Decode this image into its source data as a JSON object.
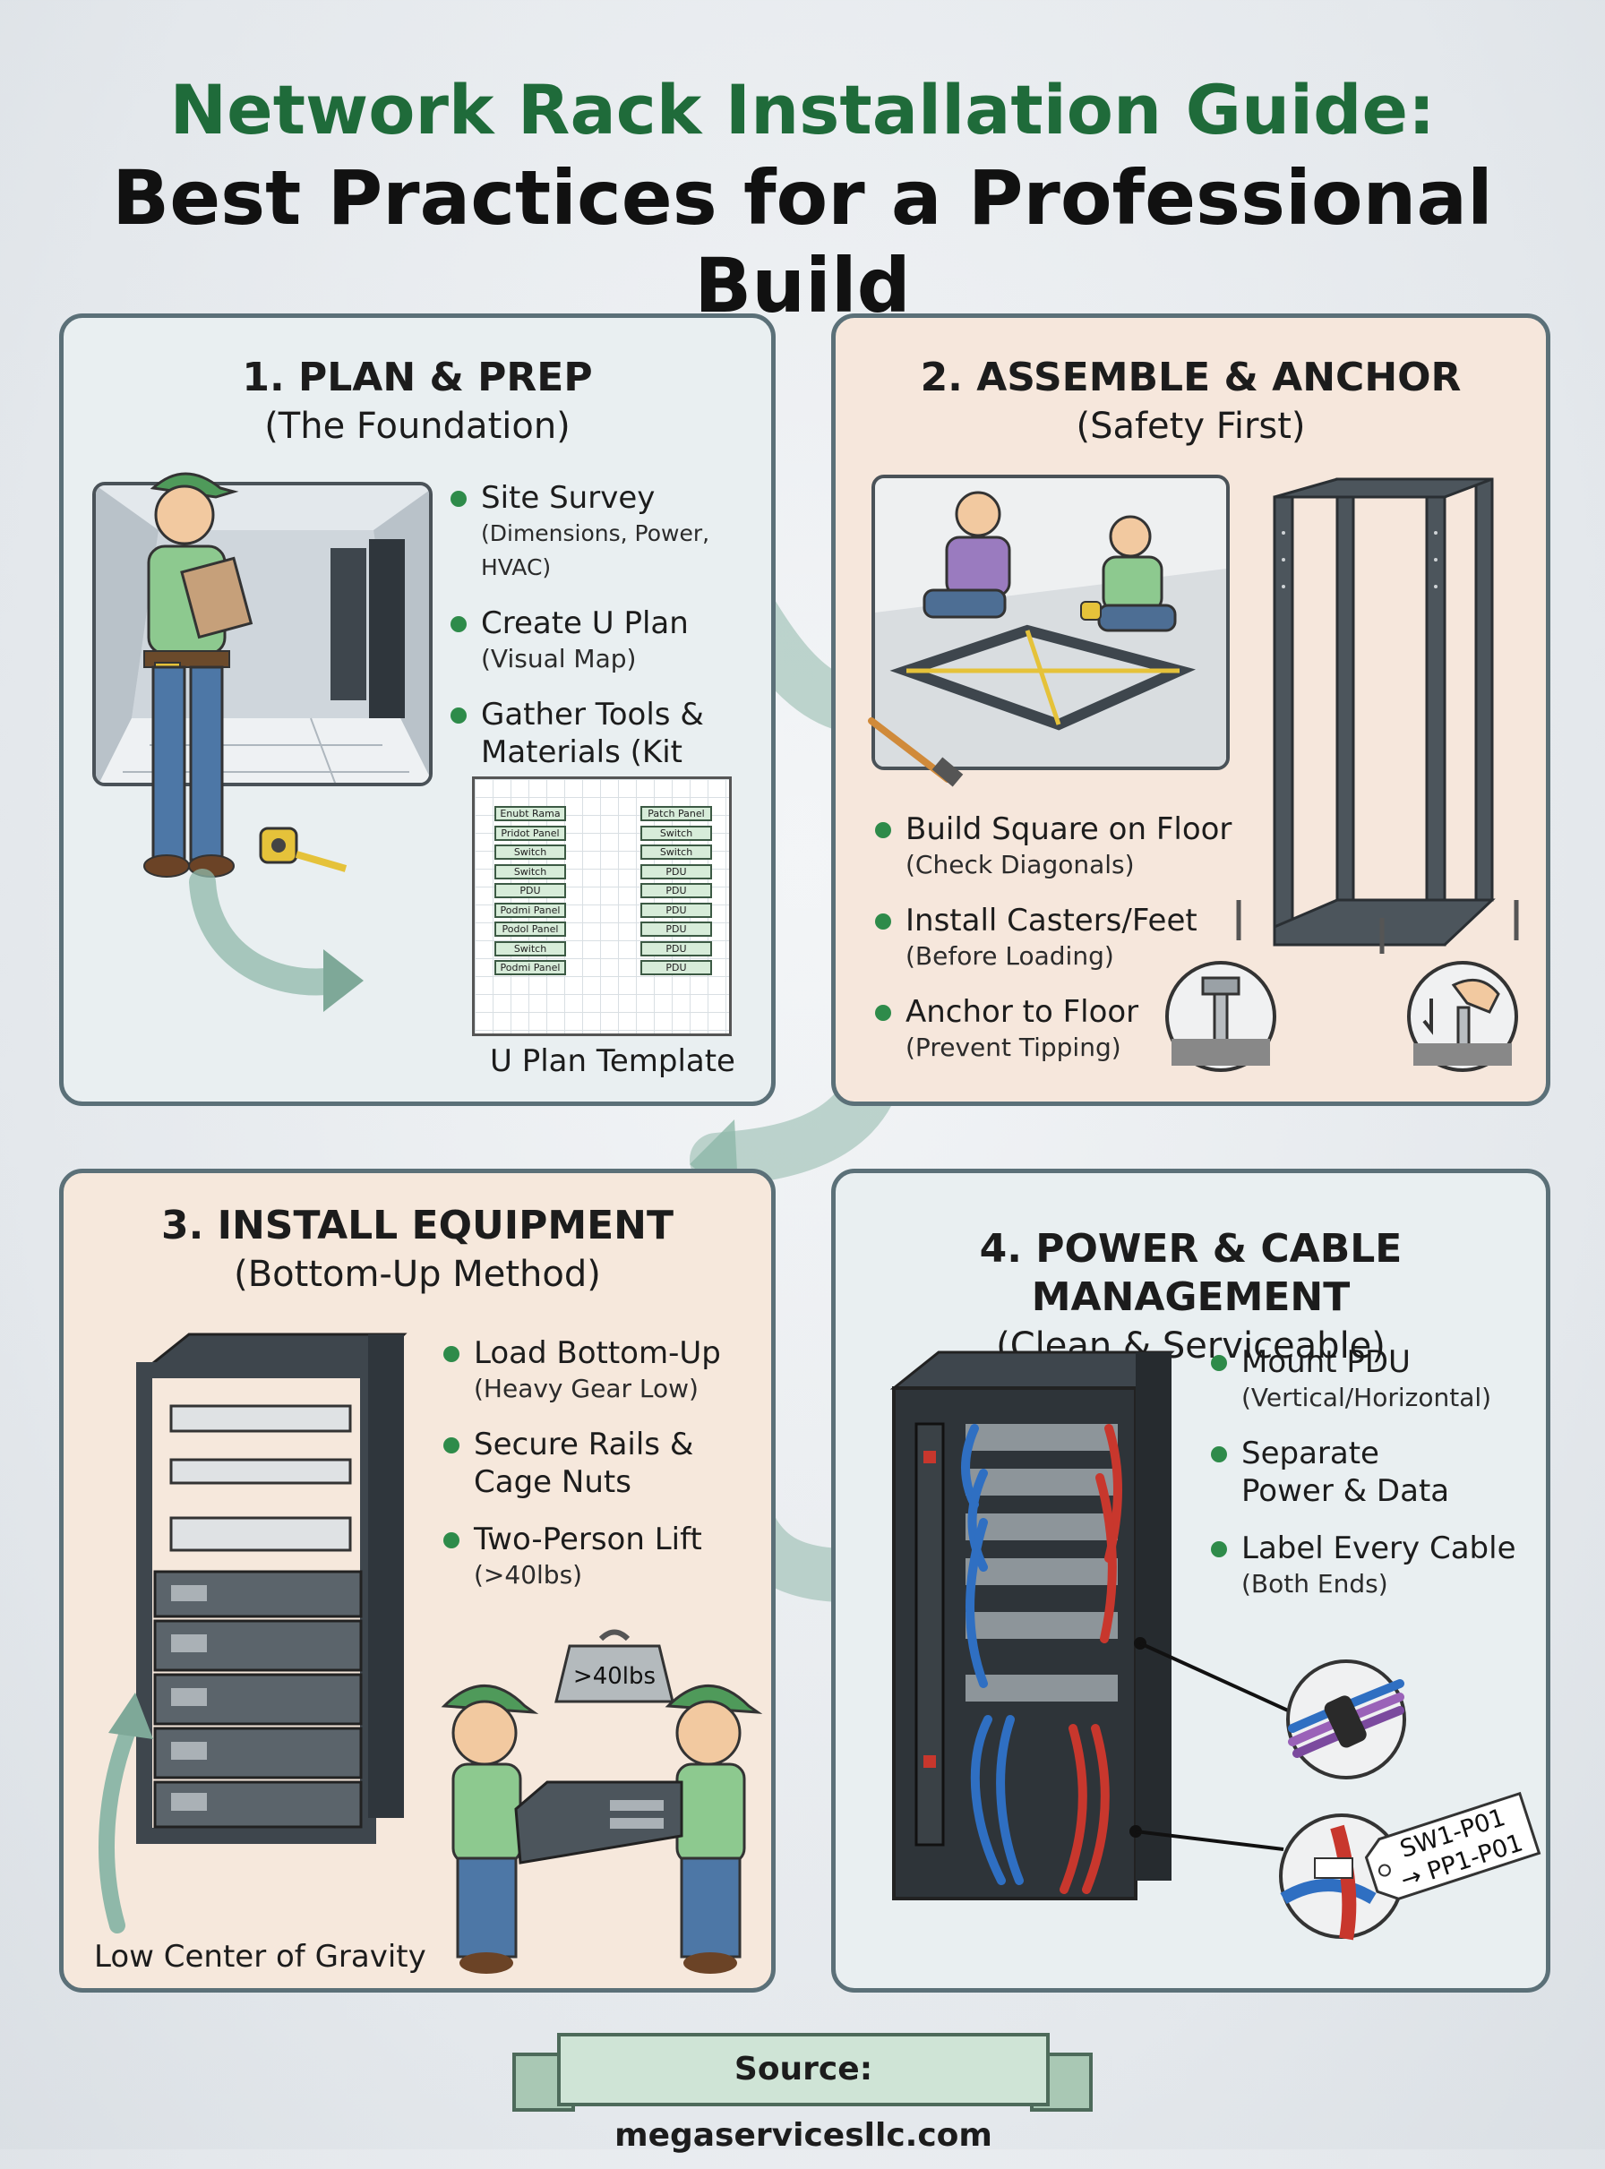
{
  "title": {
    "line1": "Network Rack Installation Guide:",
    "line2": "Best Practices for a Professional Build"
  },
  "panels": [
    {
      "heading": "1. PLAN & PREP",
      "subheading": "(The Foundation)",
      "bullets": [
        {
          "main": "Site Survey",
          "sub": "(Dimensions, Power, HVAC)"
        },
        {
          "main": "Create U Plan",
          "sub": "(Visual Map)"
        },
        {
          "main": "Gather Tools &",
          "sub": "Materials (Kit Ready)"
        }
      ],
      "caption": "U Plan Template",
      "uplan": {
        "left": [
          "Enubt Rama",
          "Pridot Panel",
          "Switch",
          "Switch",
          "PDU",
          "Podmi Panel",
          "Podol Panel",
          "Switch",
          "Podmi Panel"
        ],
        "right": [
          "Patch Panel",
          "Switch",
          "Switch",
          "PDU",
          "PDU",
          "PDU",
          "PDU",
          "PDU",
          "PDU"
        ]
      }
    },
    {
      "heading": "2. ASSEMBLE & ANCHOR",
      "subheading": "(Safety First)",
      "bullets": [
        {
          "main": "Build Square on Floor",
          "sub": "(Check Diagonals)"
        },
        {
          "main": "Install Casters/Feet",
          "sub": "(Before Loading)"
        },
        {
          "main": "Anchor to Floor",
          "sub": "(Prevent Tipping)"
        }
      ]
    },
    {
      "heading": "3. INSTALL EQUIPMENT",
      "subheading": "(Bottom-Up Method)",
      "bullets": [
        {
          "main": "Load Bottom-Up",
          "sub": "(Heavy Gear Low)"
        },
        {
          "main": "Secure Rails &",
          "sub": "Cage Nuts"
        },
        {
          "main": "Two-Person Lift",
          "sub": "(>40lbs)"
        }
      ],
      "caption": "Low Center of Gravity",
      "weight_label": ">40lbs"
    },
    {
      "heading": "4. POWER & CABLE MANAGEMENT",
      "subheading": "(Clean & Serviceable)",
      "bullets": [
        {
          "main": "Mount PDU",
          "sub": "(Vertical/Horizontal)"
        },
        {
          "main": "Separate",
          "sub": "Power & Data"
        },
        {
          "main": "Label Every Cable",
          "sub": "(Both Ends)"
        }
      ],
      "cable_tag": {
        "line1": "SW1-P01",
        "line2": "→ PP1-P01"
      }
    }
  ],
  "source": "Source: megaservicesllc.com",
  "colors": {
    "title_green": "#1f6b3a",
    "bullet_green": "#2e8b4a",
    "panel_blue": "#e9eff1",
    "panel_peach": "#f6e7dc",
    "arrow_teal": "#7fa99a",
    "cable_blue": "#2f6fc2",
    "cable_red": "#c8372d"
  }
}
